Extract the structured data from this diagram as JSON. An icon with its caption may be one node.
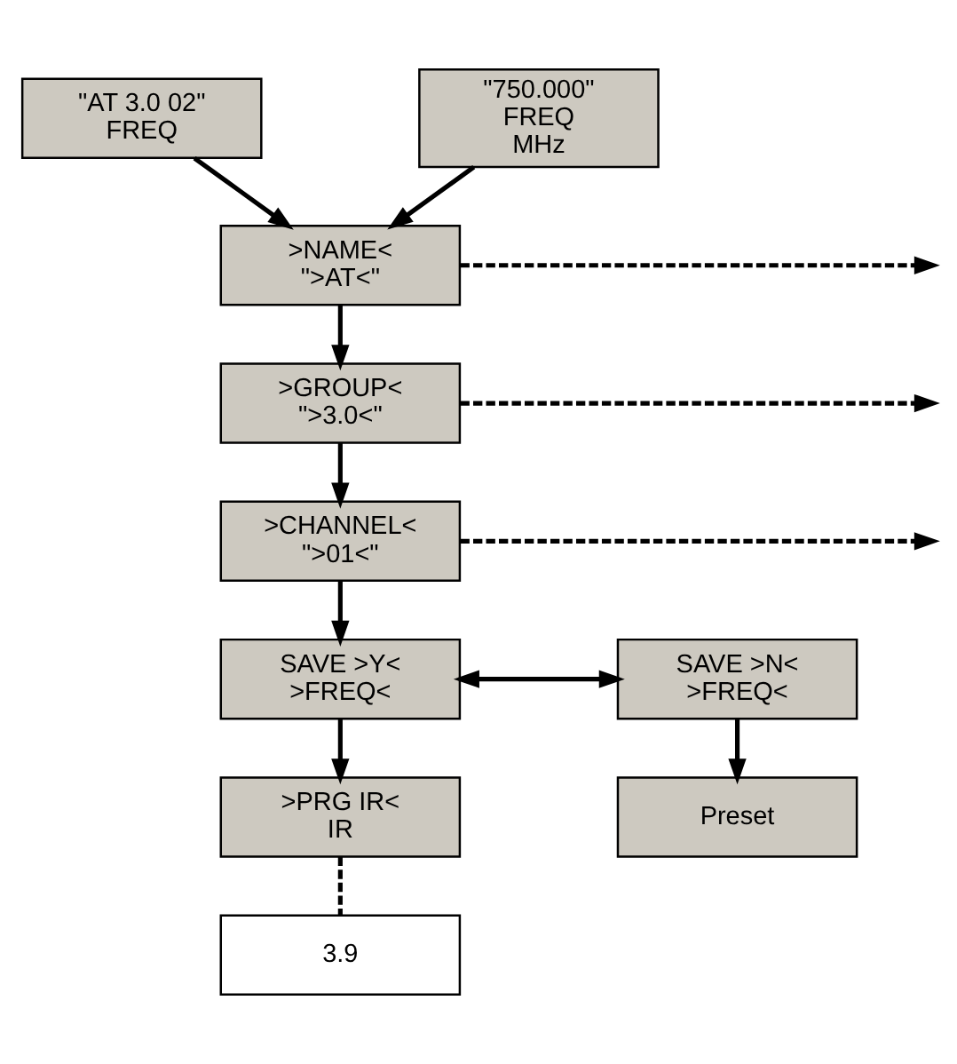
{
  "diagram": {
    "nodes": [
      {
        "text": [
          "\"AT 3.0 02\"",
          "FREQ"
        ]
      },
      {
        "text": [
          "\"750.000\"",
          "FREQ",
          "MHz"
        ]
      },
      {
        "text": [
          ">NAME<",
          "\">AT<\""
        ]
      },
      {
        "text": [
          ">GROUP<",
          "\">3.0<\""
        ]
      },
      {
        "text": [
          ">CHANNEL<",
          "\">01<\""
        ]
      },
      {
        "text": [
          "SAVE >Y<",
          ">FREQ<"
        ]
      },
      {
        "text": [
          "SAVE >N<",
          ">FREQ<"
        ]
      },
      {
        "text": [
          ">PRG IR<",
          "IR"
        ]
      },
      {
        "text": [
          "Preset"
        ]
      },
      {
        "text": [
          "3.9"
        ]
      }
    ],
    "edges": [
      {
        "from": 0,
        "to": 2,
        "arrow": "to"
      },
      {
        "from": 1,
        "to": 2,
        "arrow": "to"
      },
      {
        "from": 2,
        "to": null,
        "arrow": "to",
        "style": "dashed"
      },
      {
        "from": 2,
        "to": 3,
        "arrow": "to"
      },
      {
        "from": 3,
        "to": null,
        "arrow": "to",
        "style": "dashed"
      },
      {
        "from": 3,
        "to": 4,
        "arrow": "to"
      },
      {
        "from": 4,
        "to": null,
        "arrow": "to",
        "style": "dashed"
      },
      {
        "from": 4,
        "to": 5,
        "arrow": "to"
      },
      {
        "from": 5,
        "to": 6,
        "arrow": "both"
      },
      {
        "from": 5,
        "to": 7,
        "arrow": "to"
      },
      {
        "from": 6,
        "to": 8,
        "arrow": "to"
      },
      {
        "from": 7,
        "to": 9,
        "arrow": "none",
        "style": "dashed"
      }
    ]
  }
}
